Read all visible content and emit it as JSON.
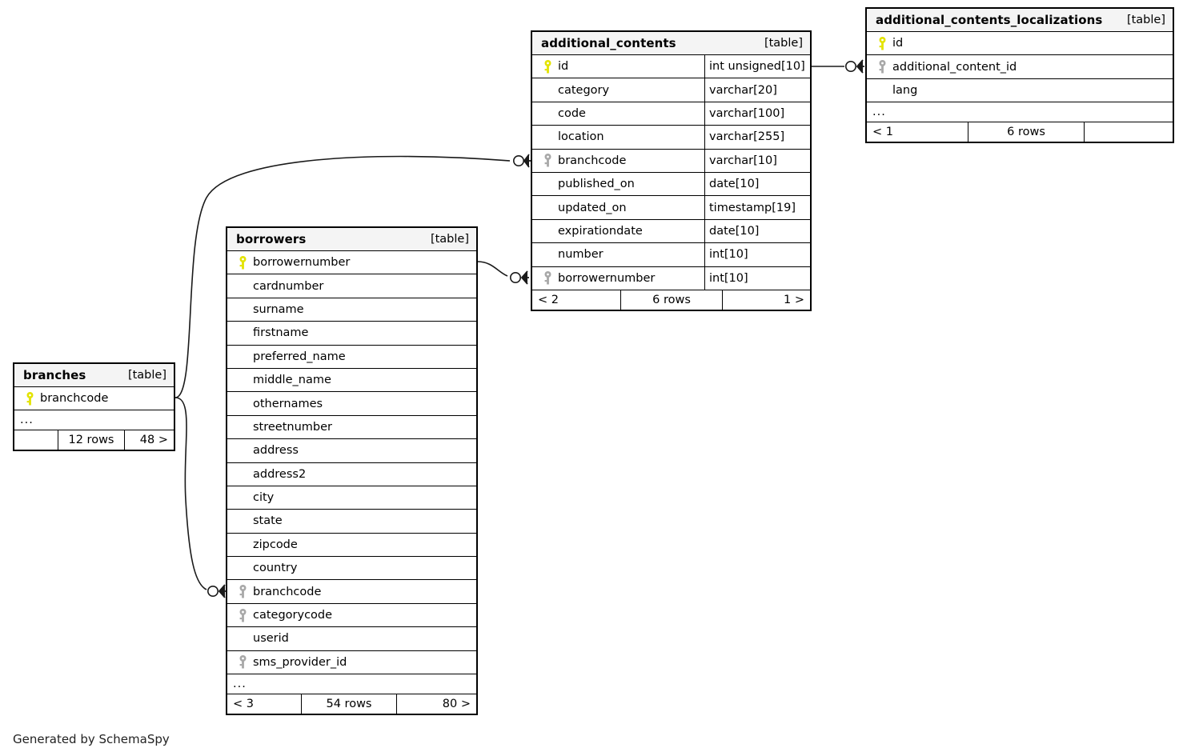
{
  "diagram": {
    "generator_text": "Generated by SchemaSpy",
    "table_kind_label": "[table]",
    "ellipsis": "...",
    "colors": {
      "primary_key": "#e3e300",
      "foreign_key": "#a8a8a8",
      "border": "#000000",
      "header_bg": "#f4f4f4",
      "background": "#ffffff"
    }
  },
  "tables": [
    {
      "id": "branches",
      "name": "branches",
      "kind": "[table]",
      "has_type_column": false,
      "columns": [
        {
          "name": "branchcode",
          "type": "",
          "key": "primary"
        }
      ],
      "truncated": true,
      "footer": {
        "left": "",
        "center": "12 rows",
        "right": "48 >"
      }
    },
    {
      "id": "borrowers",
      "name": "borrowers",
      "kind": "[table]",
      "has_type_column": false,
      "columns": [
        {
          "name": "borrowernumber",
          "type": "",
          "key": "primary"
        },
        {
          "name": "cardnumber",
          "type": "",
          "key": "none"
        },
        {
          "name": "surname",
          "type": "",
          "key": "none"
        },
        {
          "name": "firstname",
          "type": "",
          "key": "none"
        },
        {
          "name": "preferred_name",
          "type": "",
          "key": "none"
        },
        {
          "name": "middle_name",
          "type": "",
          "key": "none"
        },
        {
          "name": "othernames",
          "type": "",
          "key": "none"
        },
        {
          "name": "streetnumber",
          "type": "",
          "key": "none"
        },
        {
          "name": "address",
          "type": "",
          "key": "none"
        },
        {
          "name": "address2",
          "type": "",
          "key": "none"
        },
        {
          "name": "city",
          "type": "",
          "key": "none"
        },
        {
          "name": "state",
          "type": "",
          "key": "none"
        },
        {
          "name": "zipcode",
          "type": "",
          "key": "none"
        },
        {
          "name": "country",
          "type": "",
          "key": "none"
        },
        {
          "name": "branchcode",
          "type": "",
          "key": "foreign"
        },
        {
          "name": "categorycode",
          "type": "",
          "key": "foreign"
        },
        {
          "name": "userid",
          "type": "",
          "key": "none"
        },
        {
          "name": "sms_provider_id",
          "type": "",
          "key": "foreign"
        }
      ],
      "truncated": true,
      "footer": {
        "left": "< 3",
        "center": "54 rows",
        "right": "80 >"
      }
    },
    {
      "id": "additional_contents",
      "name": "additional_contents",
      "kind": "[table]",
      "has_type_column": true,
      "columns": [
        {
          "name": "id",
          "type": "int unsigned[10]",
          "key": "primary"
        },
        {
          "name": "category",
          "type": "varchar[20]",
          "key": "none"
        },
        {
          "name": "code",
          "type": "varchar[100]",
          "key": "none"
        },
        {
          "name": "location",
          "type": "varchar[255]",
          "key": "none"
        },
        {
          "name": "branchcode",
          "type": "varchar[10]",
          "key": "foreign"
        },
        {
          "name": "published_on",
          "type": "date[10]",
          "key": "none"
        },
        {
          "name": "updated_on",
          "type": "timestamp[19]",
          "key": "none"
        },
        {
          "name": "expirationdate",
          "type": "date[10]",
          "key": "none"
        },
        {
          "name": "number",
          "type": "int[10]",
          "key": "none"
        },
        {
          "name": "borrowernumber",
          "type": "int[10]",
          "key": "foreign"
        }
      ],
      "truncated": false,
      "footer": {
        "left": "< 2",
        "center": "6 rows",
        "right": "1 >"
      }
    },
    {
      "id": "additional_contents_localizations",
      "name": "additional_contents_localizations",
      "kind": "[table]",
      "has_type_column": false,
      "columns": [
        {
          "name": "id",
          "type": "",
          "key": "primary"
        },
        {
          "name": "additional_content_id",
          "type": "",
          "key": "foreign"
        },
        {
          "name": "lang",
          "type": "",
          "key": "none"
        }
      ],
      "truncated": true,
      "footer": {
        "left": "< 1",
        "center": "6 rows",
        "right": ""
      }
    }
  ],
  "relationships": [
    {
      "id": "rel-branches-additional_contents",
      "from_table": "branches",
      "from_column": "branchcode",
      "to_table": "additional_contents",
      "to_column": "branchcode"
    },
    {
      "id": "rel-branches-borrowers",
      "from_table": "branches",
      "from_column": "branchcode",
      "to_table": "borrowers",
      "to_column": "branchcode"
    },
    {
      "id": "rel-borrowers-additional_contents",
      "from_table": "borrowers",
      "from_column": "borrowernumber",
      "to_table": "additional_contents",
      "to_column": "borrowernumber"
    },
    {
      "id": "rel-additional_contents-localizations",
      "from_table": "additional_contents",
      "from_column": "id",
      "to_table": "additional_contents_localizations",
      "to_column": "additional_content_id"
    }
  ]
}
